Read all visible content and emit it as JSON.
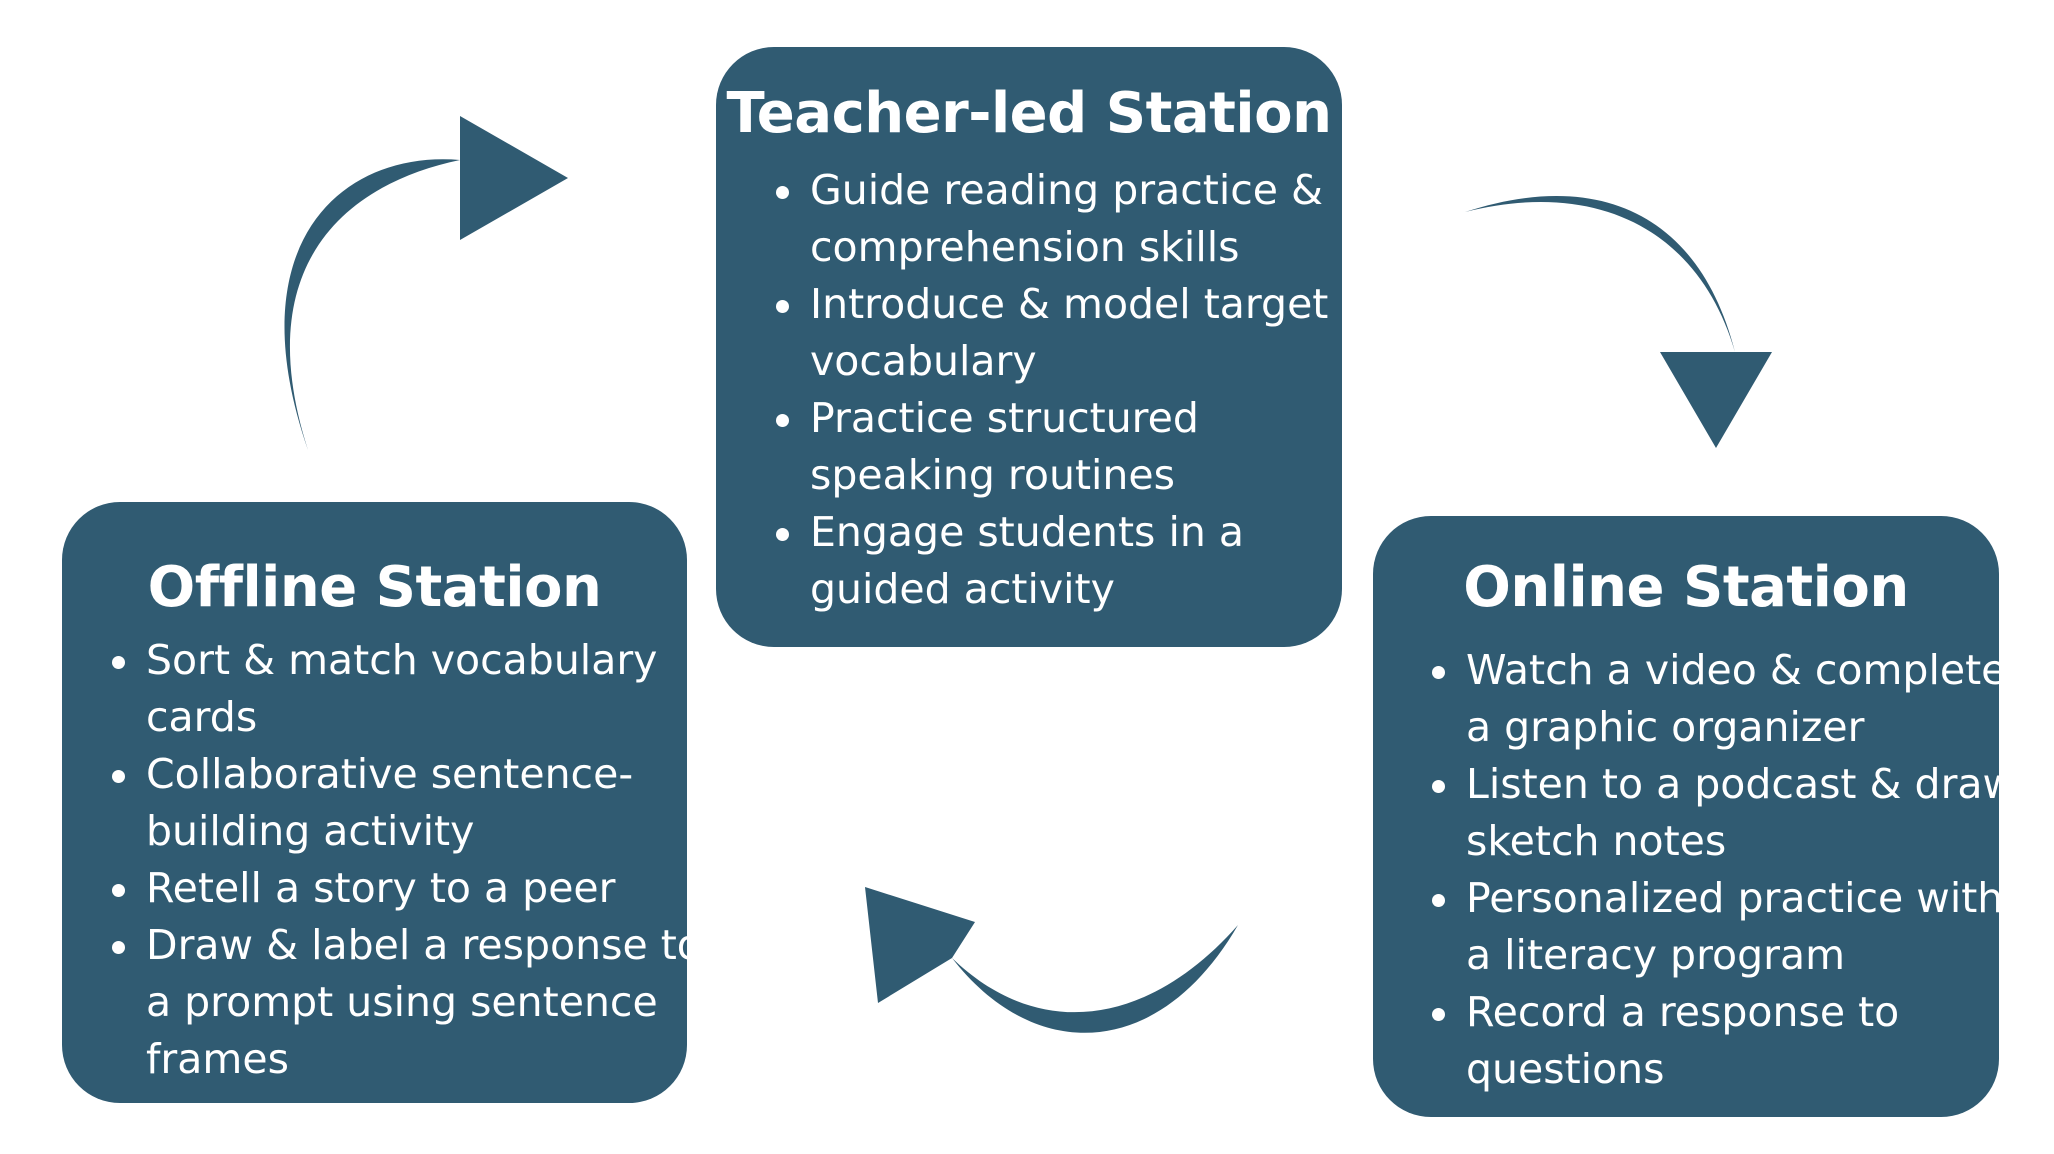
{
  "colors": {
    "box_fill": "#305b72",
    "arrow_fill": "#305b72",
    "text": "#ffffff",
    "background": "#ffffff"
  },
  "stations": {
    "teacher_led": {
      "title": "Teacher-led Station",
      "items": [
        [
          "Guide reading practice &",
          "comprehension skills"
        ],
        [
          "Introduce & model target",
          "vocabulary"
        ],
        [
          "Practice structured",
          "speaking routines"
        ],
        [
          "Engage students in a",
          "guided activity"
        ]
      ]
    },
    "offline": {
      "title": "Offline Station",
      "items": [
        [
          "Sort & match vocabulary",
          "cards"
        ],
        [
          "Collaborative sentence-",
          "building activity"
        ],
        [
          "Retell a story to a peer"
        ],
        [
          "Draw & label a response to",
          "a prompt using sentence",
          "frames"
        ]
      ]
    },
    "online": {
      "title": "Online Station",
      "items": [
        [
          "Watch a video & complete",
          "a graphic organizer"
        ],
        [
          "Listen to a podcast & draw",
          "sketch notes"
        ],
        [
          "Personalized practice with",
          "a literacy program"
        ],
        [
          "Record a response to",
          "questions"
        ]
      ]
    }
  },
  "arrows": [
    {
      "name": "arrow-offline-to-teacher",
      "direction": "up-right"
    },
    {
      "name": "arrow-teacher-to-online",
      "direction": "down"
    },
    {
      "name": "arrow-online-to-offline",
      "direction": "left"
    }
  ]
}
